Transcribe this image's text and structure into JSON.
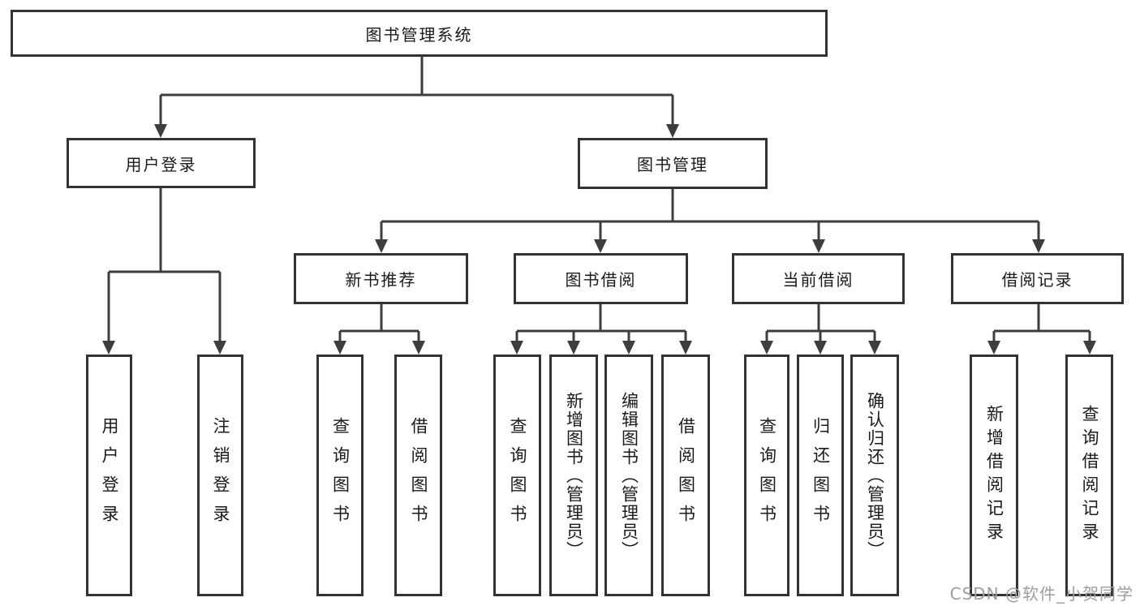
{
  "nodes": {
    "root": "图书管理系统",
    "user_login": "用户登录",
    "book_mgmt": "图书管理",
    "new_book_rec": "新书推荐",
    "book_borrow": "图书借阅",
    "current_borrow": "当前借阅",
    "borrow_records": "借阅记录",
    "leaf_user_login": "用户登录",
    "leaf_logout": "注销登录",
    "leaf_rec_query_book": "查询图书",
    "leaf_rec_borrow_book": "借阅图书",
    "leaf_bor_query_book": "查询图书",
    "leaf_bor_add_book": "新增图书（管理员）",
    "leaf_bor_edit_book": "编辑图书（管理员）",
    "leaf_bor_borrow_book": "借阅图书",
    "leaf_cur_query_book": "查询图书",
    "leaf_cur_return_book": "归还图书",
    "leaf_cur_confirm_return": "确认归还（管理员）",
    "leaf_recs_add_record": "新增借阅记录",
    "leaf_recs_query_record": "查询借阅记录"
  },
  "watermark": "CSDN @软件_小贺同学",
  "colors": {
    "line": "#3d3d3d",
    "border": "#333333",
    "text": "#1a1a1a",
    "watermark": "#9e9e9e",
    "background": "#ffffff"
  }
}
